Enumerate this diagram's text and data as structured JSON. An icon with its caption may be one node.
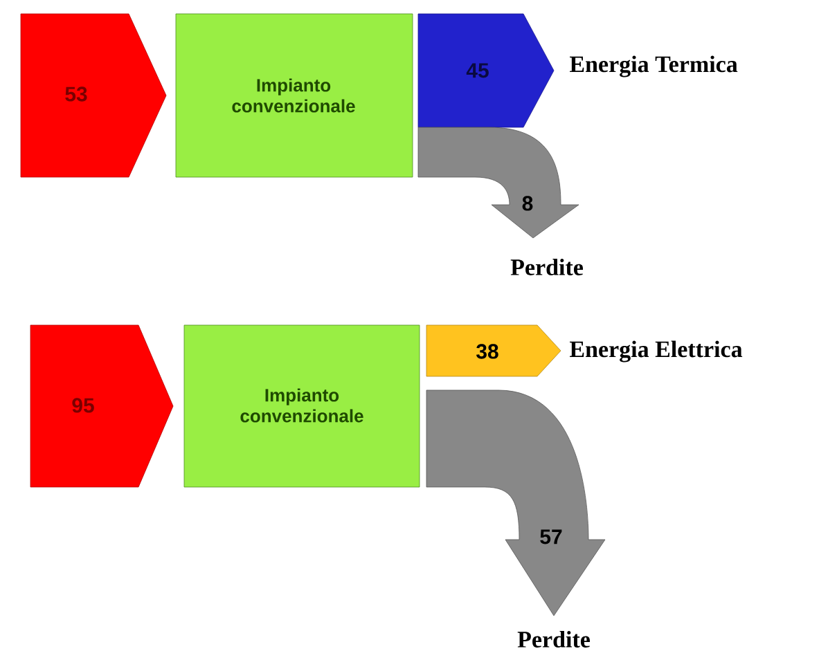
{
  "diagram": {
    "nodes": [
      {
        "text": [
          "53"
        ]
      },
      {
        "text": [
          "Impianto convenzionale"
        ]
      },
      {
        "text": [
          "45"
        ]
      },
      {
        "text": [
          "8"
        ]
      },
      {
        "text": [
          "95"
        ]
      },
      {
        "text": [
          "Impianto convenzionale"
        ]
      },
      {
        "text": [
          "38"
        ]
      },
      {
        "text": [
          "57"
        ]
      }
    ],
    "labels": [
      "Energia Termica",
      "Perdite",
      "Energia Elettrica",
      "Perdite"
    ]
  }
}
